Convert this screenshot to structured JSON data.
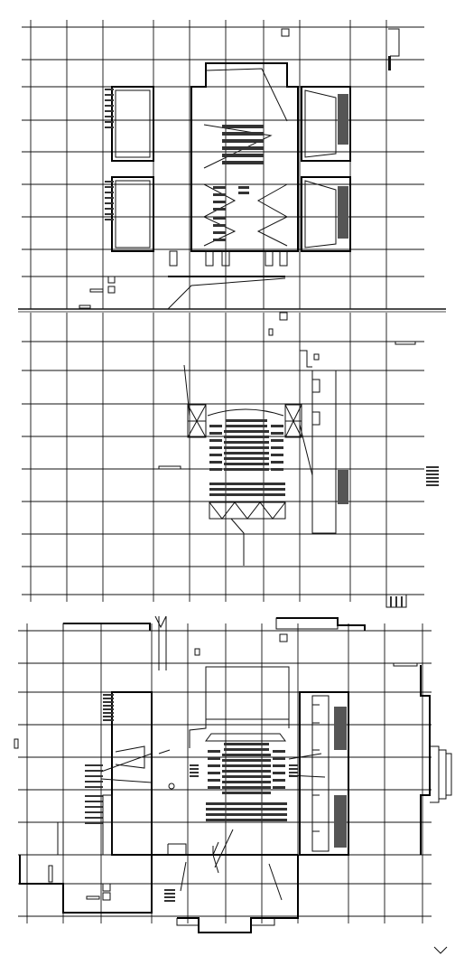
{
  "drawing": {
    "kind": "architectural floor plan set",
    "panels": [
      "upper-floor-plan",
      "middle-floor-plan",
      "ground-floor-plan"
    ],
    "line_color": "#111111",
    "background": "#ffffff"
  },
  "corner_glyph": {
    "icon": "chevron-down-icon"
  }
}
